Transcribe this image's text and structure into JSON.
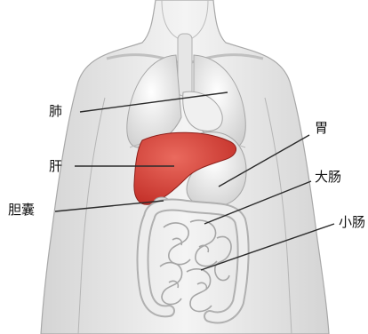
{
  "labels": {
    "lung": "肺",
    "liver": "肝",
    "gallbladder": "胆囊",
    "stomach": "胃",
    "large_intestine": "大肠",
    "small_intestine": "小肠"
  },
  "colors": {
    "liver": "#d9423a",
    "body": "#e3e3e3",
    "body_outline": "#9a9a9a",
    "leader_line": "#2b2b2b"
  }
}
